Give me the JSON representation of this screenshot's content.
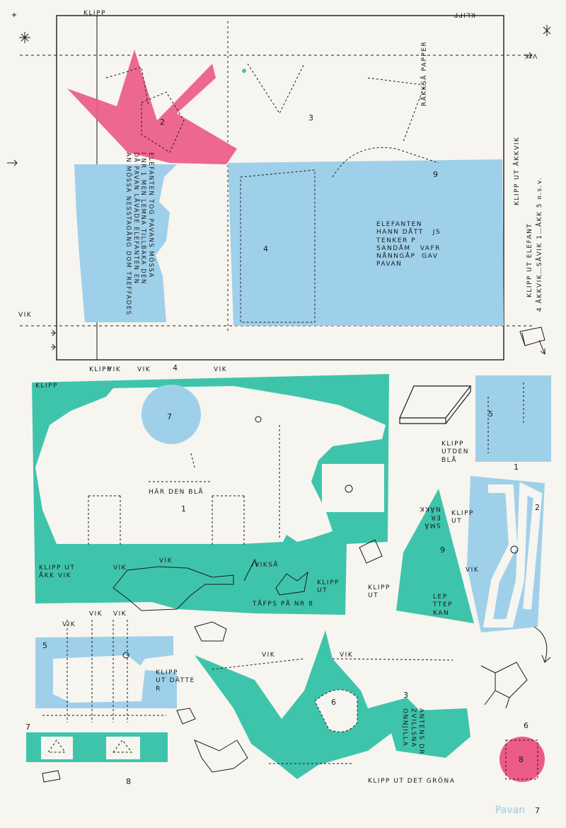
{
  "colors": {
    "paper": "#f7f5ef",
    "blue": "#9fd0ea",
    "green": "#3fc4ac",
    "pink": "#ec5b86",
    "ink": "#1a1a1a"
  },
  "top_sheet": {
    "klipp_left": "KLIPP",
    "klipp_right": "KLIPP",
    "vik_right": "VIK",
    "vik_left": "VIK",
    "piece_2": "2",
    "piece_3": "3",
    "piece_4": "4",
    "piece_9": "9",
    "rakksa_papper": "RÅKKSÅ PAPPER",
    "story_text": "ELEFANTEN TOG PAVANS MÖSSA\nI NR 1 MEN LEMNA TILLBAKA DEN\nDÅ PAVAN LÅVADE ELEFANTEN EN\nAN MÖSSA NESSTAGÅNG DOM TREFFADES",
    "center_text": "ELEFANTEN\nHANN DÅTT   JS\nTENKER P\nSANDÅM   VAFR\nNÅNNGÅP  GAV\nPAVAN",
    "side_text_1": "KLIPP UT ÅKKVIK",
    "side_text_2": "KLIPP UT ELEFANT",
    "side_text_3": "4 ÅKKVIK…SÅVIK 1…ÅKK 5 o.s.v."
  },
  "green_sheet": {
    "klipp": "KLIPP",
    "klipp_vik": "KLIPP",
    "vik_a": "VIK",
    "vik_b": "VIK",
    "vik_c": "VIK",
    "piece_4": "4",
    "piece_7": "7",
    "piece_1": "1",
    "har_den_bla": "HÄR DEN BLÅ",
    "klipp_ut_akkvik": "KLIPP UT\nÅKK VIK",
    "vik_d": "VIK",
    "vik_e": "VIK",
    "viksa": "VIKSÅ",
    "klipp_ut_small": "KLIPP\nUT",
    "tafps": "TÅFPS PÅ NR 8"
  },
  "right_pieces": {
    "piece_5": "5",
    "klipp_ut_den_bla": "KLIPP\nUTDEN\nBLÅ",
    "piece_1": "1",
    "piece_2": "2",
    "klipp_ut": "KLIPP\nUT",
    "vik": "VIK",
    "piece_9": "9",
    "klipp_ut_b": "KLIPP\nUT",
    "lepp_text": "LEP\nTTEP\nKAN",
    "sma_text": "SMÅ\nER\nNÅKK"
  },
  "bottom": {
    "piece_5": "5",
    "klipp_ut_datte": "KLIPP\nUT DÄTTE\nR",
    "vik_1": "VIK",
    "vik_2": "VIK",
    "vik_3": "VIK",
    "vik_4": "VIK",
    "vik_5": "VIK",
    "piece_7": "7",
    "piece_8": "8",
    "piece_6": "6",
    "piece_3": "3",
    "antens_text": "ANTENS DR\nZVILLSNA\nONNJILLA",
    "klipp_ut_gröna": "KLIPP UT DET GRÖNA",
    "piece_6_pink": "6",
    "piece_8_pink": "8",
    "signature": "Pavan",
    "signature_num": "7"
  }
}
